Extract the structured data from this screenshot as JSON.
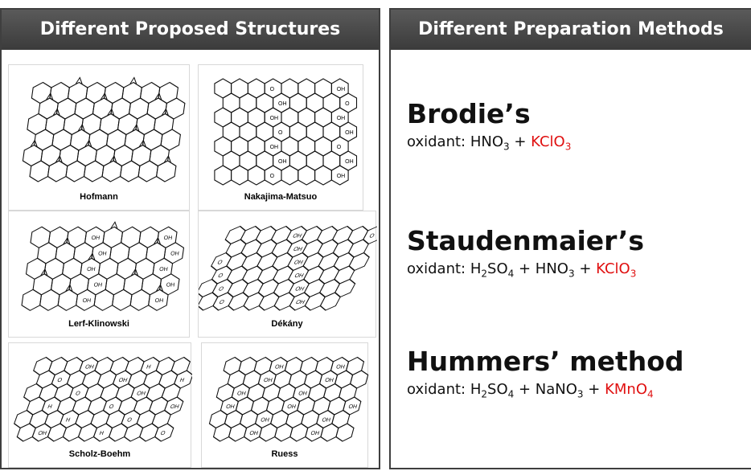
{
  "left_panel": {
    "title": "Different Proposed Structures",
    "structures": [
      {
        "label": "Hofmann"
      },
      {
        "label": "Nakajima-Matsuo"
      },
      {
        "label": "Lerf-Klinowski"
      },
      {
        "label": "Dékány"
      },
      {
        "label": "Scholz-Boehm"
      },
      {
        "label": "Ruess"
      }
    ],
    "atom_labels": {
      "o": "O",
      "oh": "OH",
      "h": "H"
    }
  },
  "right_panel": {
    "title": "Different Preparation Methods",
    "methods": [
      {
        "name": "Brodie’s",
        "prefix": "oxidant:",
        "parts": [
          {
            "t": "HNO",
            "s": "3"
          },
          {
            "plus": "+"
          },
          {
            "t": "KClO",
            "s": "3",
            "red": true
          }
        ]
      },
      {
        "name": "Staudenmaier’s",
        "prefix": "oxidant:",
        "parts": [
          {
            "t": "H",
            "s": "2"
          },
          {
            "t": "SO",
            "s": "4"
          },
          {
            "plus": "+"
          },
          {
            "t": "HNO",
            "s": "3"
          },
          {
            "plus": "+"
          },
          {
            "t": "KClO",
            "s": "3",
            "red": true
          }
        ]
      },
      {
        "name": "Hummers’ method",
        "prefix": "oxidant:",
        "parts": [
          {
            "t": "H",
            "s": "2"
          },
          {
            "t": "SO",
            "s": "4"
          },
          {
            "plus": "+"
          },
          {
            "t": "NaNO",
            "s": "3"
          },
          {
            "plus": "+"
          },
          {
            "t": "KMnO",
            "s": "4",
            "red": true
          }
        ]
      }
    ]
  },
  "colors": {
    "header_bg": "#4a4a4a",
    "accent_red": "#e01010",
    "border": "#3f3f3f"
  }
}
